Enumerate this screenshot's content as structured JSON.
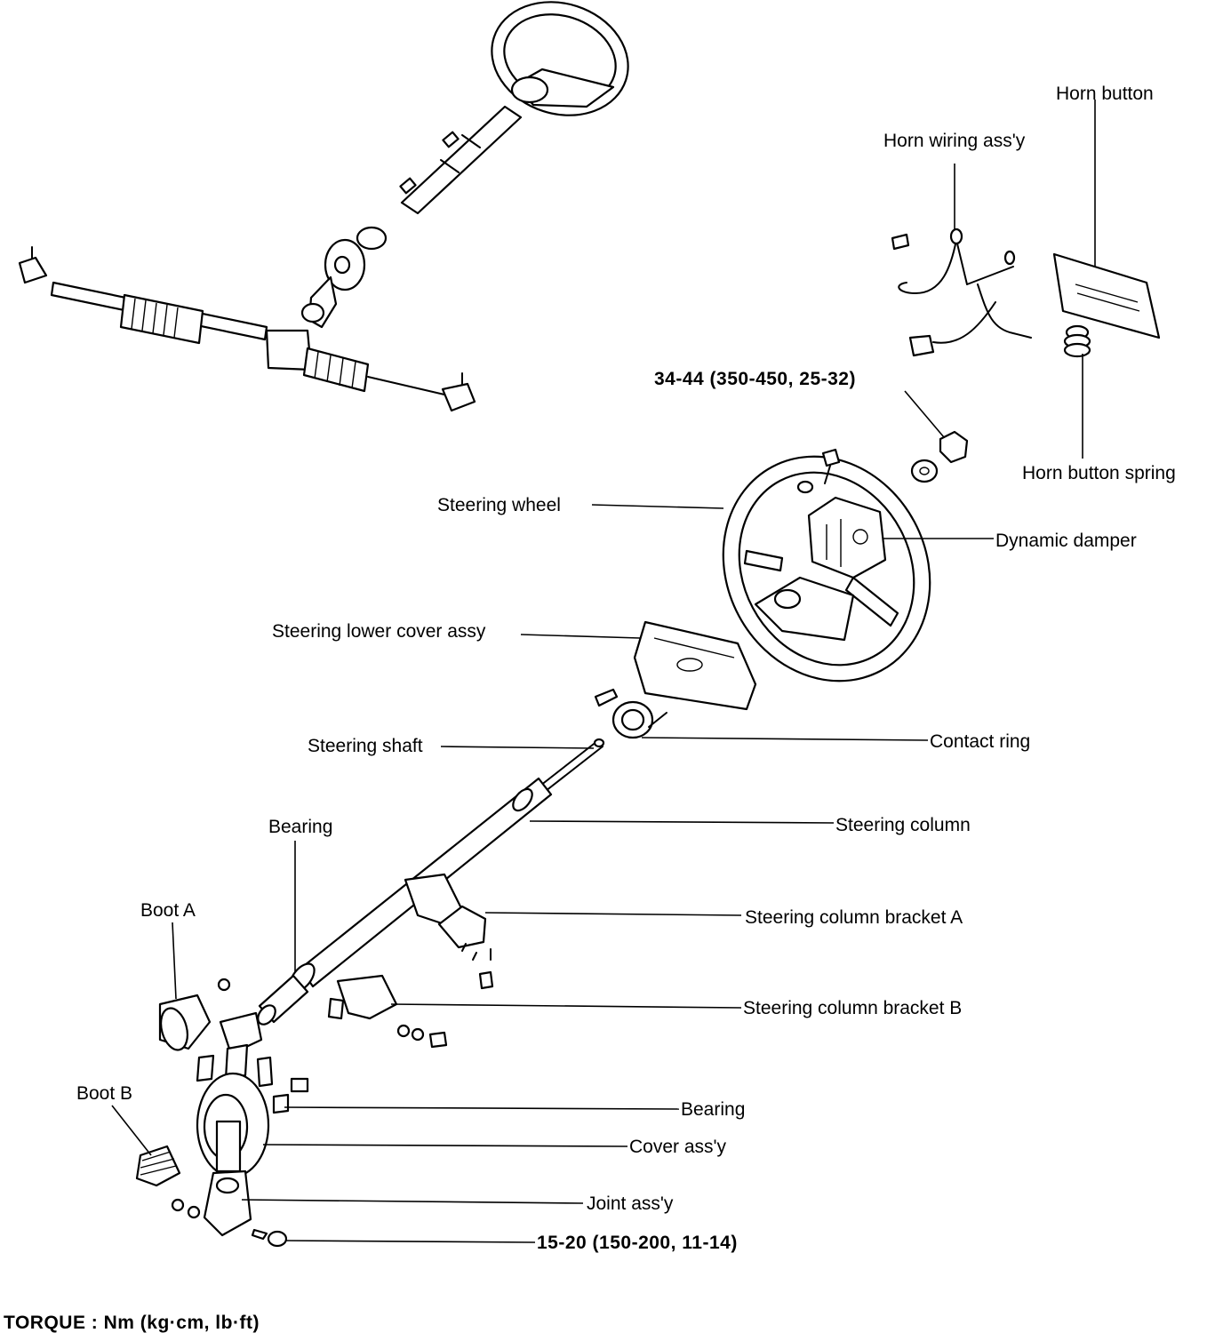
{
  "labels": {
    "horn_button": "Horn button",
    "horn_wiring": "Horn wiring ass'y",
    "torque_nut": "34-44 (350-450, 25-32)",
    "horn_button_spring": "Horn button spring",
    "steering_wheel": "Steering wheel",
    "dynamic_damper": "Dynamic damper",
    "lower_cover": "Steering lower cover assy",
    "contact_ring": "Contact ring",
    "steering_shaft": "Steering shaft",
    "bearing_upper": "Bearing",
    "steering_column": "Steering column",
    "boot_a": "Boot A",
    "bracket_a": "Steering column bracket A",
    "bracket_b": "Steering column bracket B",
    "boot_b": "Boot B",
    "bearing_lower": "Bearing",
    "cover_assy": "Cover ass'y",
    "joint_assy": "Joint ass'y",
    "torque_joint": "15-20 (150-200, 11-14)",
    "torque_footer": "TORQUE : Nm (kg·cm, lb·ft)"
  }
}
